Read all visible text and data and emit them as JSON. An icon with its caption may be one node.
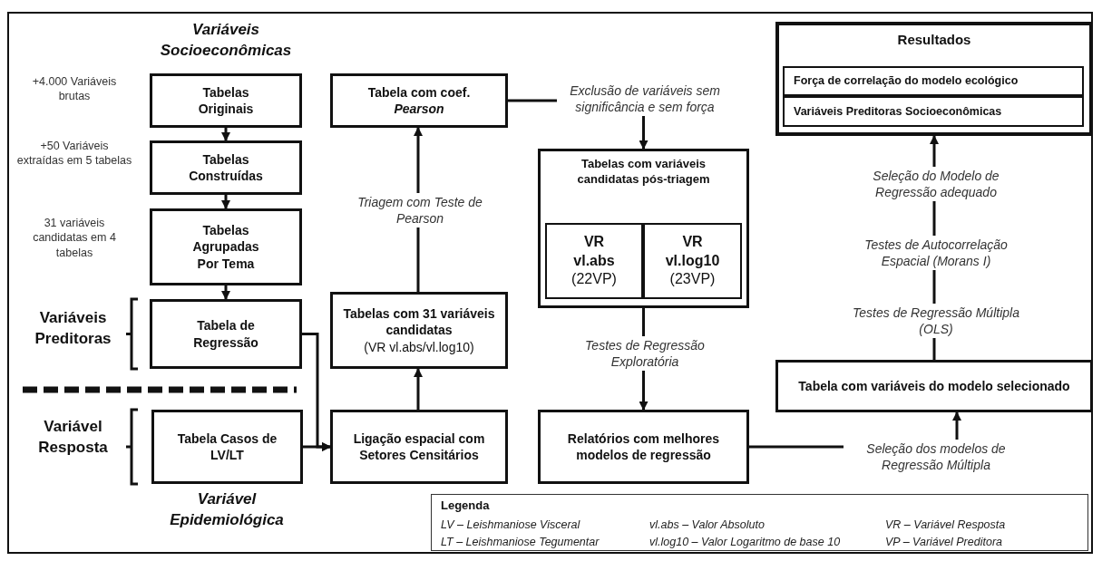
{
  "diagram": {
    "nodes": [
      {
        "text": [
          "Tabelas Originais"
        ],
        "beside": [
          "+4.000 Variáveis brutas"
        ]
      },
      {
        "text": [
          "Tabelas Construídas"
        ],
        "beside": [
          "+50 Variáveis extraídas em 5 tabelas"
        ]
      },
      {
        "text": [
          "Tabelas Agrupadas Por Tema"
        ],
        "beside": [
          "31 variáveis candidatas em 4 tabelas"
        ]
      },
      {
        "text": [
          "Tabela de Regressão"
        ]
      },
      {
        "text": [
          "Tabela Casos de LV/LT"
        ]
      },
      {
        "text": [
          "Ligação espacial com Setores Censitários"
        ]
      },
      {
        "text": [
          "Tabelas com 31 variáveis candidatas",
          "(VR vl.abs/vl.log10)"
        ]
      },
      {
        "text": [
          "Tabela com coef. *Pearson*"
        ]
      },
      {
        "text": [
          "Tabelas com variáveis candidatas pós-triagem"
        ]
      },
      {
        "text": [
          "VR",
          "vl.abs",
          "(22VP)"
        ],
        "in": 8
      },
      {
        "text": [
          "VR",
          "vl.log10",
          "(23VP)"
        ],
        "in": 8
      },
      {
        "text": [
          "Relatórios com melhores modelos de regressão"
        ]
      },
      {
        "text": [
          "Tabela com variáveis do modelo selecionado"
        ]
      },
      {
        "text": [
          "Resultados"
        ]
      },
      {
        "text": [
          "Força de correlação do modelo ecológico"
        ],
        "in": 13
      },
      {
        "text": [
          "Variáveis Preditoras Socioeconômicas"
        ],
        "in": 13
      },
      {
        "text": [
          "Legenda",
          "LV – Leishmaniose Visceral",
          "vl.abs – Valor Absoluto",
          "VR – Variável Resposta",
          "LT – Leishmaniose Tegumentar",
          "vl.log10 – Valor Logaritmo de base 10",
          "VP – Variável Preditora"
        ]
      }
    ],
    "edges": [
      {
        "from": 0,
        "to": 1,
        "arrow": "to"
      },
      {
        "from": 1,
        "to": 2,
        "arrow": "to"
      },
      {
        "from": 2,
        "to": 3,
        "arrow": "to"
      },
      {
        "from": 3,
        "to": 5,
        "arrow": "to"
      },
      {
        "from": 4,
        "to": 5,
        "arrow": "to"
      },
      {
        "from": 5,
        "to": 6,
        "arrow": "to"
      },
      {
        "from": 6,
        "to": 7,
        "arrow": "to",
        "label": "Triagem com Teste de Pearson"
      },
      {
        "from": 7,
        "to": 8,
        "arrow": "to",
        "label": "Exclusão de variáveis sem significância e sem força"
      },
      {
        "from": 8,
        "to": 11,
        "arrow": "to",
        "label": "Testes de Regressão Exploratória"
      },
      {
        "from": 11,
        "to": 12,
        "arrow": "to",
        "label": "Seleção dos modelos de Regressão Múltipla"
      },
      {
        "from": 12,
        "to": 13,
        "arrow": "to",
        "label": "Seleção do Modelo de Regressão adequado"
      }
    ],
    "labels": [
      "Variáveis Socioeconômicas",
      "Variáveis Preditoras",
      "Variável Resposta",
      "Variável Epidemiológica",
      "Testes de Autocorrelação Espacial (Morans I)",
      "Testes de Regressão Múltipla (OLS)"
    ]
  }
}
